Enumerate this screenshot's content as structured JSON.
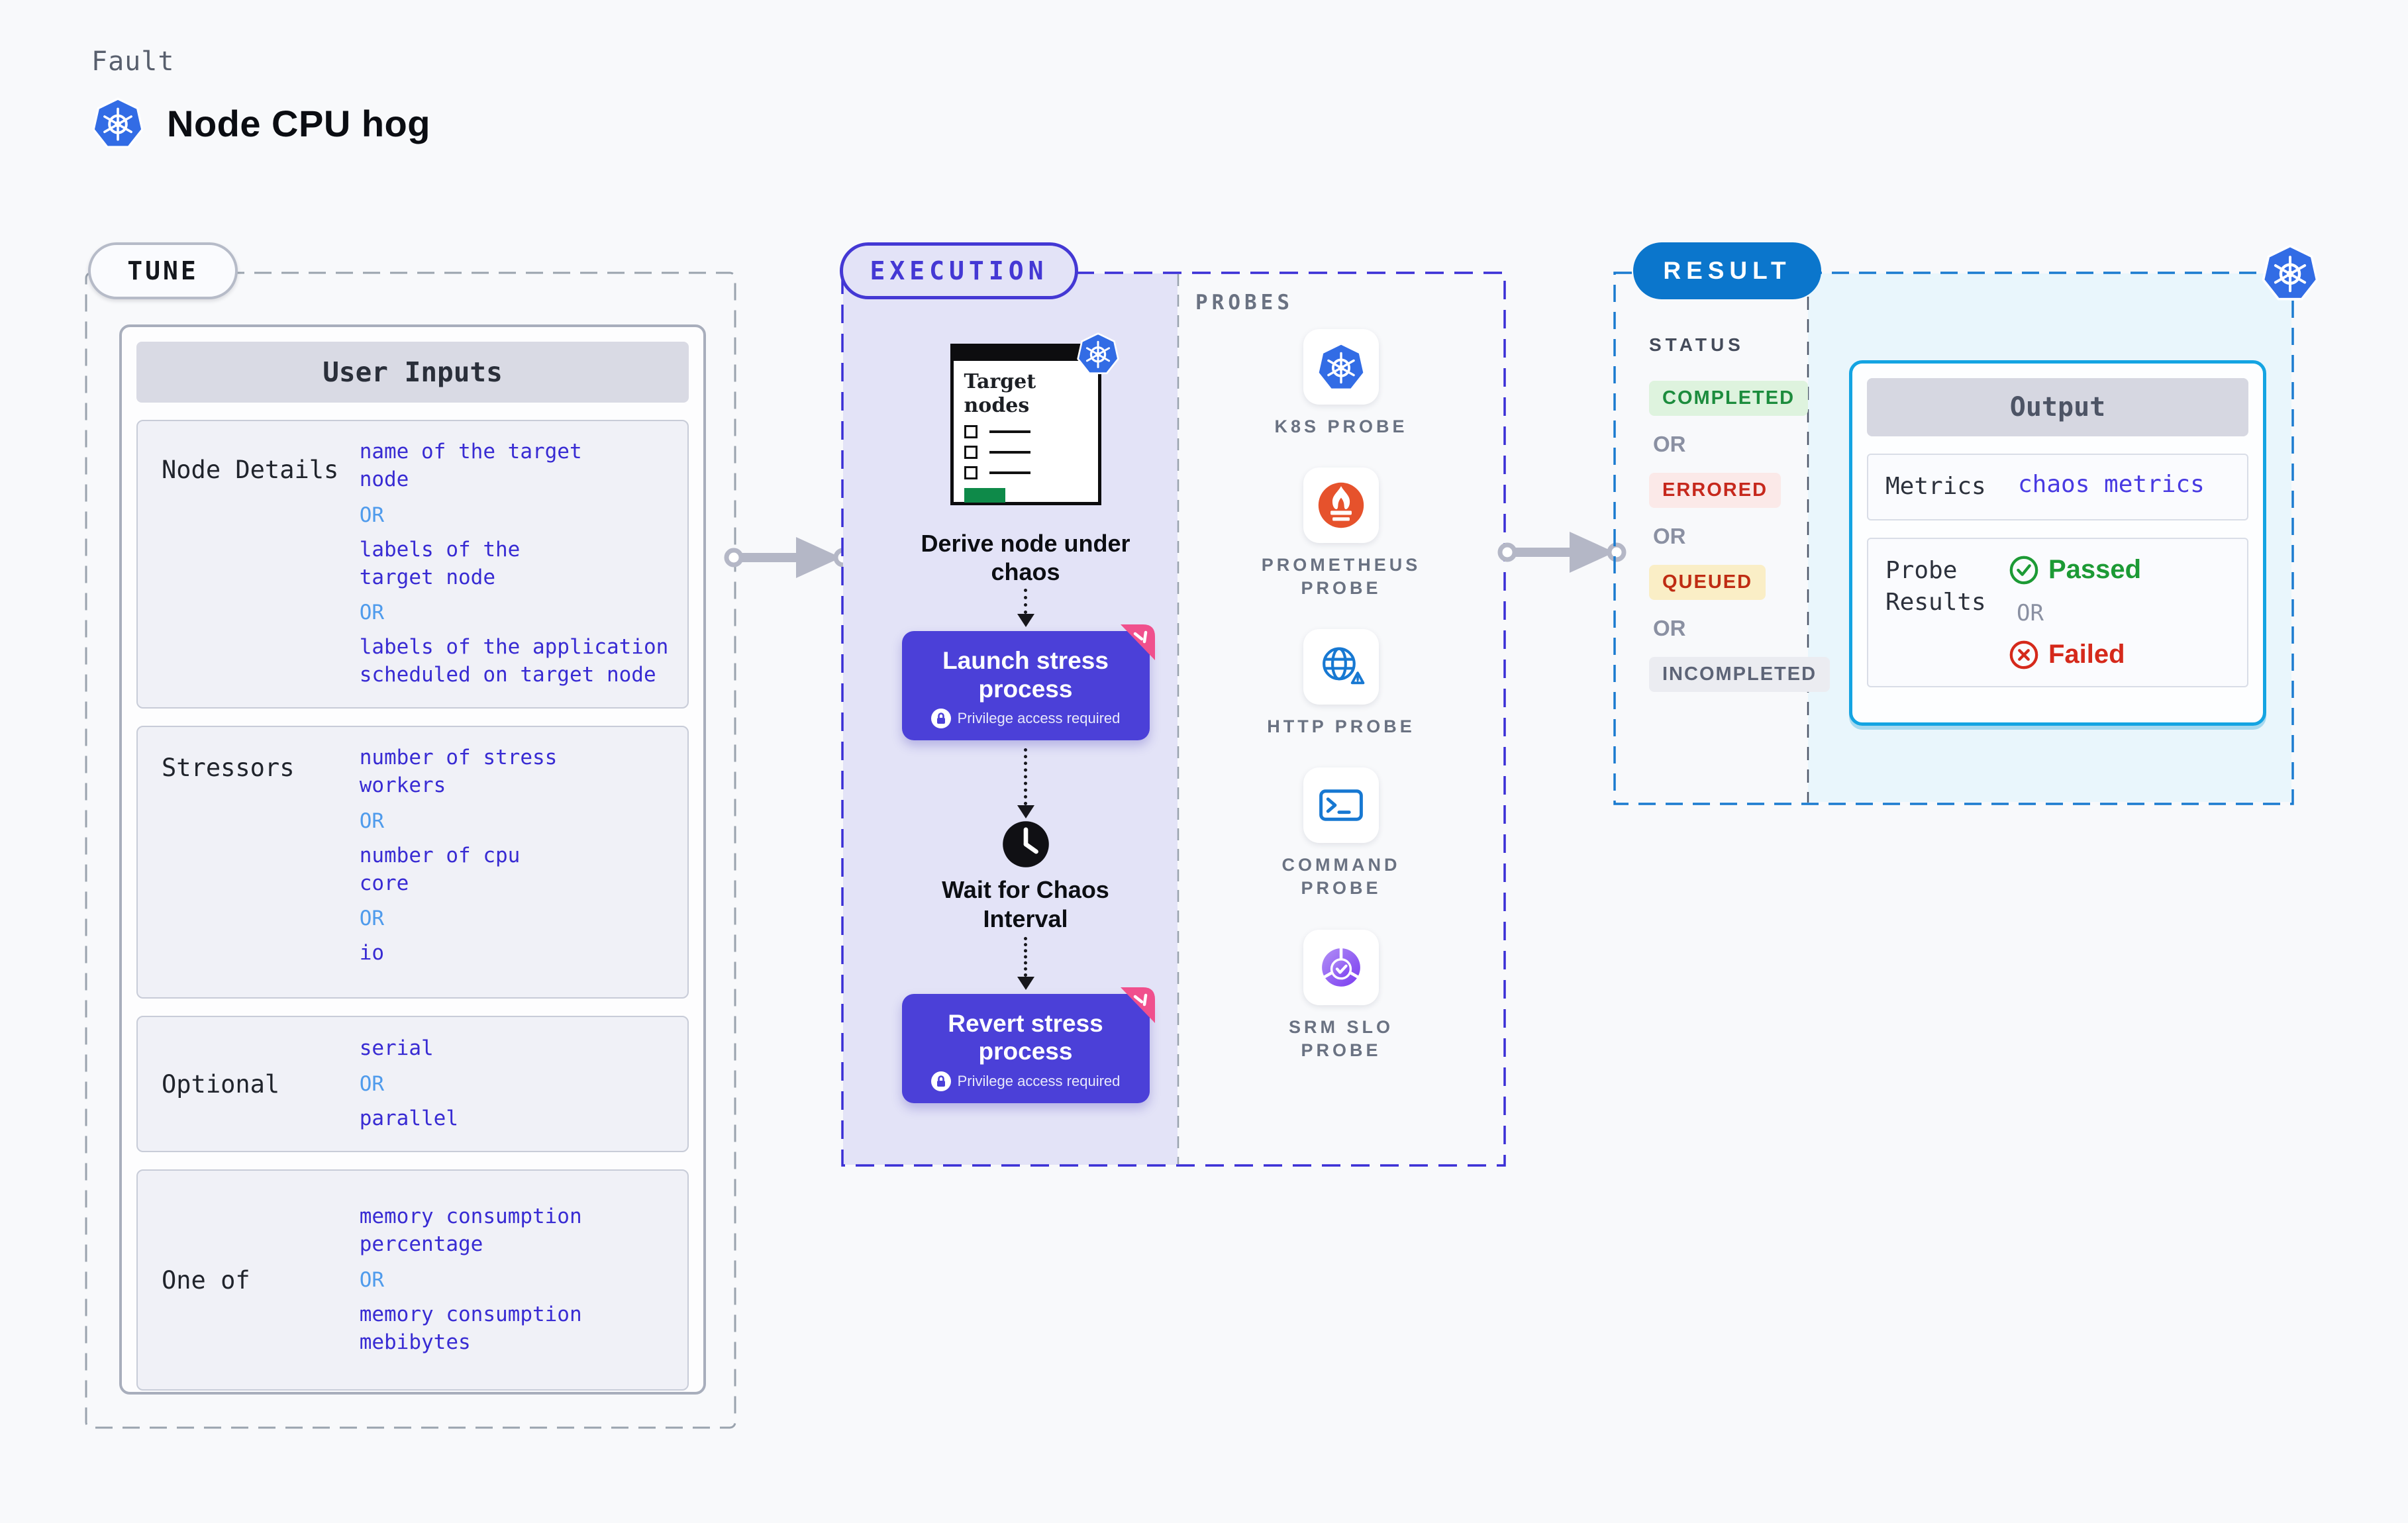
{
  "header": {
    "eyebrow": "Fault",
    "title": "Node CPU hog"
  },
  "tune": {
    "badge": "TUNE",
    "card_title": "User Inputs",
    "or_label": "OR",
    "rows": [
      {
        "label": "Node Details",
        "options": [
          "name of the target\nnode",
          "labels of the\ntarget node",
          "labels of the application\n scheduled on target node"
        ]
      },
      {
        "label": "Stressors",
        "options": [
          "number of stress\nworkers",
          "number of cpu\ncore",
          "io"
        ]
      },
      {
        "label": "Optional",
        "options": [
          "serial",
          "parallel"
        ]
      },
      {
        "label": "One of",
        "options": [
          "memory consumption\npercentage",
          "memory consumption\nmebibytes"
        ]
      }
    ]
  },
  "execution": {
    "badge": "EXECUTION",
    "target_card_title": "Target nodes",
    "derive_caption": "Derive node under chaos",
    "launch_label": "Launch stress process",
    "wait_caption": "Wait for Chaos Interval",
    "revert_label": "Revert stress process",
    "privilege_note": "Privilege access required"
  },
  "probes": {
    "title": "PROBES",
    "items": [
      {
        "label": "K8S PROBE",
        "icon": "kubernetes-icon"
      },
      {
        "label": "PROMETHEUS PROBE",
        "icon": "prometheus-icon"
      },
      {
        "label": "HTTP PROBE",
        "icon": "globe-alert-icon"
      },
      {
        "label": "COMMAND PROBE",
        "icon": "terminal-icon"
      },
      {
        "label": "SRM SLO PROBE",
        "icon": "slo-gauge-icon"
      }
    ]
  },
  "result": {
    "badge": "RESULT",
    "status_title": "STATUS",
    "or_label": "OR",
    "statuses": [
      {
        "label": "COMPLETED",
        "color": "#1c8c3d",
        "bg": "#def3de"
      },
      {
        "label": "ERRORED",
        "color": "#c6281c",
        "bg": "#fbe9e8"
      },
      {
        "label": "QUEUED",
        "color": "#bf2c13",
        "bg": "#faeec6"
      },
      {
        "label": "INCOMPLETED",
        "color": "#5d6477",
        "bg": "#ebecf1"
      }
    ],
    "output": {
      "title": "Output",
      "metrics_label": "Metrics",
      "metrics_value": "chaos metrics",
      "probe_results_label": "Probe\nResults",
      "passed_label": "Passed",
      "or_label": "OR",
      "failed_label": "Failed"
    }
  },
  "colors": {
    "accent_indigo": "#4b40d8",
    "accent_blue": "#0b76cc",
    "accent_cyan": "#14a4e2",
    "option_text": "#382bd3",
    "or_text": "#4f9bec",
    "lavender_panel": "#e3e3f7",
    "cyan_panel": "#e9f6fc"
  }
}
